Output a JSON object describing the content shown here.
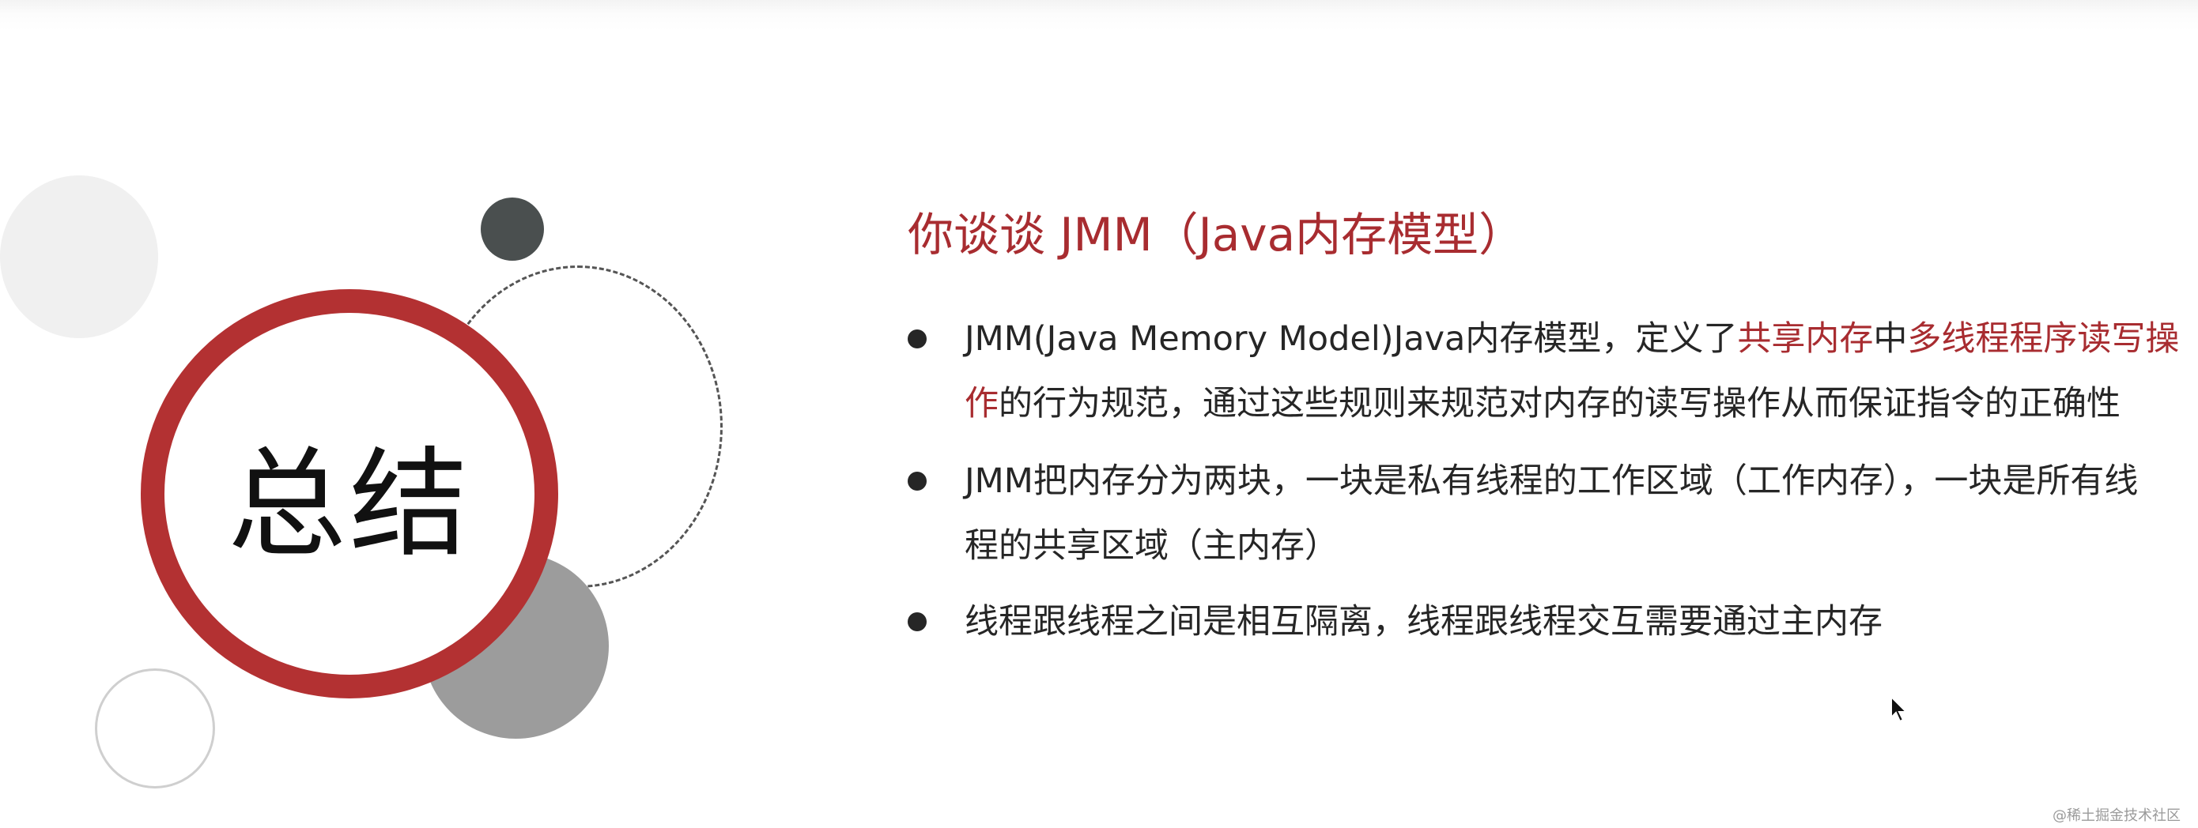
{
  "badge": {
    "text": "总结"
  },
  "title": "你谈谈 JMM（Java内存模型）",
  "bullets": [
    {
      "a": "JMM(Java Memory Model)Java内存模型，定义了",
      "hl1": "共享内存",
      "b": "中",
      "hl2": "多线程程序读写操作",
      "c": "的行为规范，通过这些规则来规范对内存的读写操作从而保证指令的正确性"
    },
    {
      "text": "JMM把内存分为两块，一块是私有线程的工作区域（工作内存），一块是所有线程的共享区域（主内存）"
    },
    {
      "text": "线程跟线程之间是相互隔离，线程跟线程交互需要通过主内存"
    }
  ],
  "watermark": "@稀土掘金技术社区",
  "colors": {
    "accent": "#a82c30",
    "ring": "#b33132",
    "text": "#262626"
  },
  "icons": {
    "cursor": "mouse-cursor-icon",
    "bullet": "bullet-dot-icon"
  }
}
